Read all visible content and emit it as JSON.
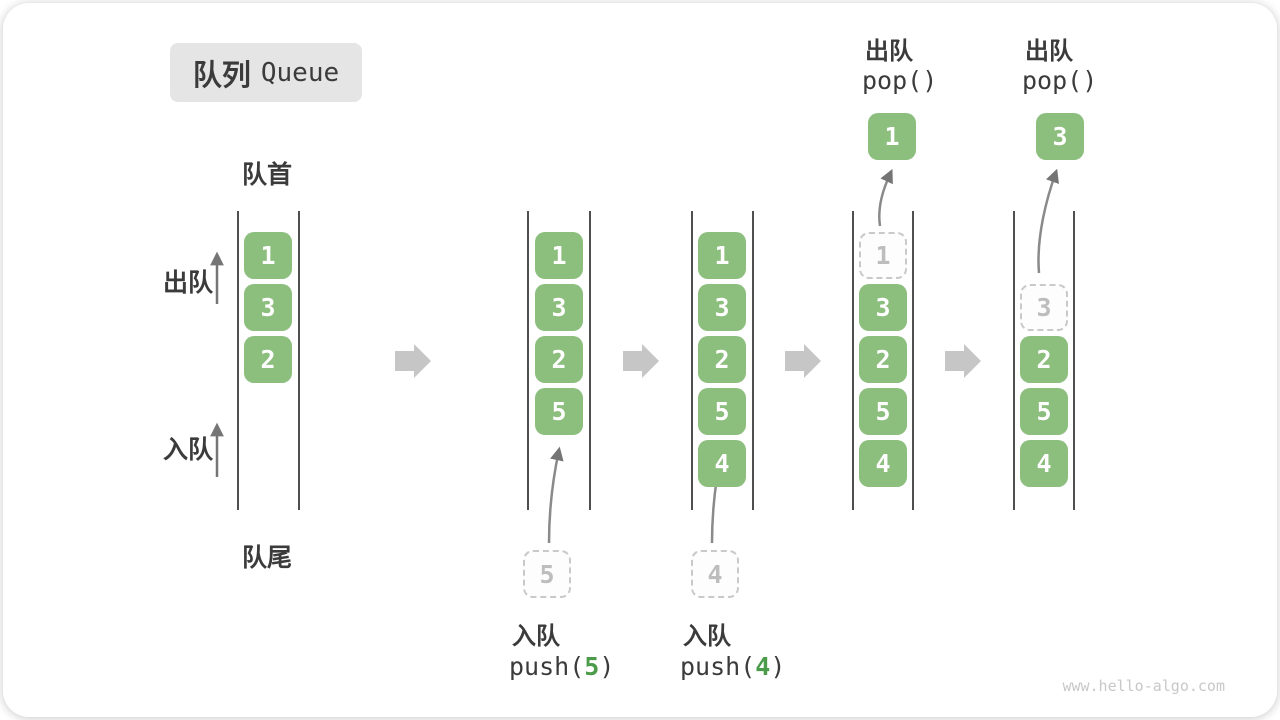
{
  "title": {
    "zh": "队列",
    "en": "Queue"
  },
  "labels": {
    "front": "队首",
    "rear": "队尾",
    "dequeue": "出队",
    "enqueue": "入队"
  },
  "queues": [
    {
      "cells": [
        {
          "value": "1"
        },
        {
          "value": "3"
        },
        {
          "value": "2"
        }
      ]
    },
    {
      "cells": [
        {
          "value": "1"
        },
        {
          "value": "3"
        },
        {
          "value": "2"
        },
        {
          "value": "5"
        }
      ]
    },
    {
      "cells": [
        {
          "value": "1"
        },
        {
          "value": "3"
        },
        {
          "value": "2"
        },
        {
          "value": "5"
        },
        {
          "value": "4"
        }
      ]
    },
    {
      "cells": [
        {
          "value": "1"
        },
        {
          "value": "3"
        },
        {
          "value": "2"
        },
        {
          "value": "5"
        },
        {
          "value": "4"
        }
      ]
    },
    {
      "cells": [
        {
          "value": "3"
        },
        {
          "value": "2"
        },
        {
          "value": "5"
        },
        {
          "value": "4"
        }
      ]
    }
  ],
  "push_ops": [
    {
      "label": "入队",
      "fn": "push(",
      "arg": "5",
      "close": ")",
      "staged_value": "5"
    },
    {
      "label": "入队",
      "fn": "push(",
      "arg": "4",
      "close": ")",
      "staged_value": "4"
    }
  ],
  "pop_ops": [
    {
      "label": "出队",
      "code": "pop()",
      "value": "1"
    },
    {
      "label": "出队",
      "code": "pop()",
      "value": "3"
    }
  ],
  "watermark": "www.hello-algo.com",
  "colors": {
    "cell_green": "#8cbe7d",
    "code_arg_green": "#4b9b4b",
    "block_arrow_gray": "#c6c6c6",
    "thin_arrow_gray": "#757575",
    "title_bg": "#e5e5e5",
    "text_dark": "#3b3b3b",
    "dashed_border_gray": "#c9c9c9",
    "watermark_gray": "#c8c8c8"
  }
}
